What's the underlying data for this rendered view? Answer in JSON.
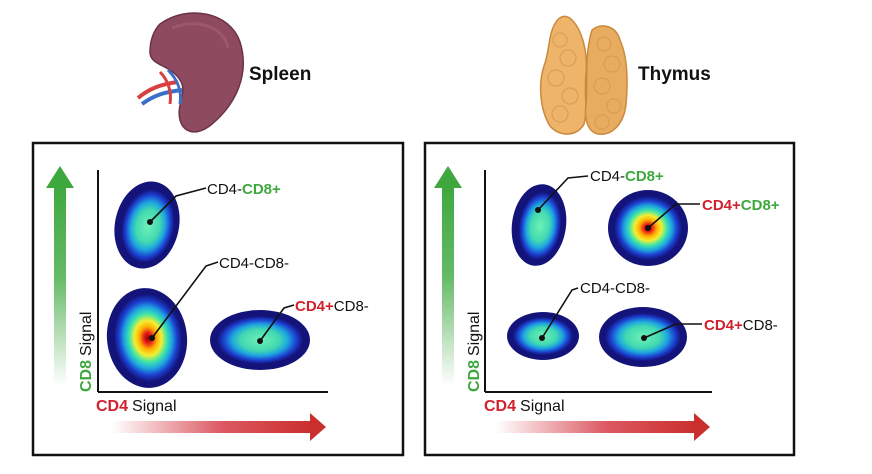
{
  "colors": {
    "cd4": "#d0222e",
    "cd8": "#3ea83f",
    "text": "#111111",
    "frame": "#111111"
  },
  "panels": [
    {
      "organ": "Spleen",
      "organ_icon": "spleen-icon",
      "x_axis": {
        "marker": "CD4",
        "word": "Signal"
      },
      "y_axis": {
        "marker": "CD8",
        "word": "Signal"
      },
      "populations": [
        {
          "id": "cd4neg-cd8pos",
          "parts": [
            {
              "text": "CD4-",
              "color": "text"
            },
            {
              "text": "CD8+",
              "color": "cd8"
            }
          ]
        },
        {
          "id": "cd4neg-cd8neg",
          "parts": [
            {
              "text": "CD4-CD8-",
              "color": "text"
            }
          ]
        },
        {
          "id": "cd4pos-cd8neg",
          "parts": [
            {
              "text": "CD4+",
              "color": "cd4"
            },
            {
              "text": "CD8-",
              "color": "text"
            }
          ]
        }
      ]
    },
    {
      "organ": "Thymus",
      "organ_icon": "thymus-icon",
      "x_axis": {
        "marker": "CD4",
        "word": "Signal"
      },
      "y_axis": {
        "marker": "CD8",
        "word": "Signal"
      },
      "populations": [
        {
          "id": "cd4neg-cd8pos",
          "parts": [
            {
              "text": "CD4-",
              "color": "text"
            },
            {
              "text": "CD8+",
              "color": "cd8"
            }
          ]
        },
        {
          "id": "cd4pos-cd8pos",
          "parts": [
            {
              "text": "CD4+",
              "color": "cd4"
            },
            {
              "text": "CD8+",
              "color": "cd8"
            }
          ]
        },
        {
          "id": "cd4neg-cd8neg",
          "parts": [
            {
              "text": "CD4-CD8-",
              "color": "text"
            }
          ]
        },
        {
          "id": "cd4pos-cd8neg",
          "parts": [
            {
              "text": "CD4+",
              "color": "cd4"
            },
            {
              "text": "CD8-",
              "color": "text"
            }
          ]
        }
      ]
    }
  ]
}
